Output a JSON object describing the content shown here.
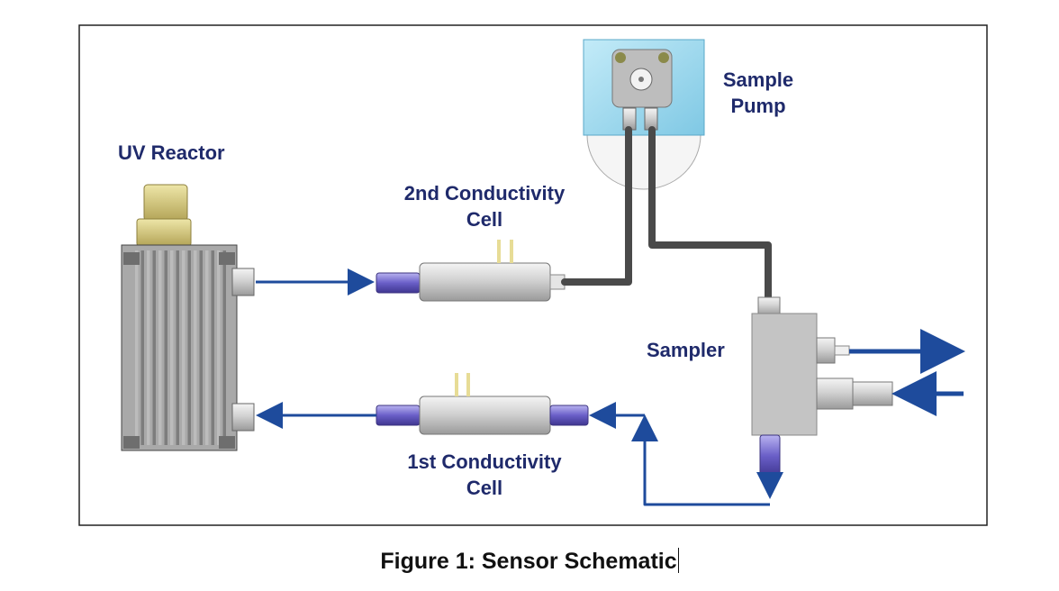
{
  "labels": {
    "uv_reactor": "UV Reactor",
    "cell2_line1": "2nd Conductivity",
    "cell2_line2": "Cell",
    "cell1_line1": "1st Conductivity",
    "cell1_line2": "Cell",
    "pump_line1": "Sample",
    "pump_line2": "Pump",
    "sampler": "Sampler"
  },
  "caption": "Figure 1:  Sensor Schematic",
  "colors": {
    "label": "#1f2a6b",
    "flow_arrow": "#1e4b9c",
    "tubing": "#4a4a4a",
    "pump_body": "#9ed9ef",
    "reactor_fins": "#8a8a8a",
    "fitting_purple": "#6a5fc8"
  }
}
